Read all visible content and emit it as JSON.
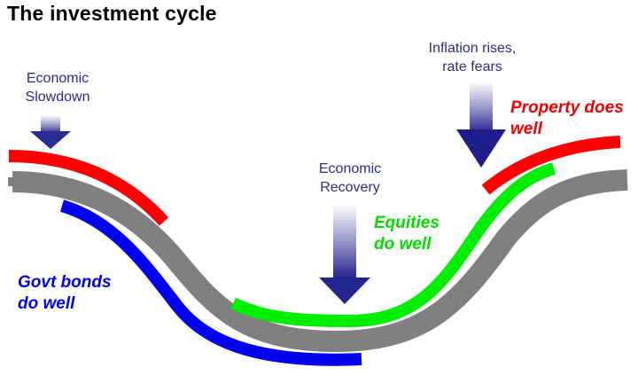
{
  "title": "The investment cycle",
  "colors": {
    "cycle": "#808080",
    "property": "#ff0000",
    "equities": "#00ee00",
    "bonds": "#0000ee",
    "event_text": "#2b2b8c",
    "arrow_dark": "#1e1e8a",
    "arrow_light": "#ffffff"
  },
  "events": [
    {
      "id": "slowdown",
      "lines": [
        "Economic",
        "Slowdown"
      ]
    },
    {
      "id": "recovery",
      "lines": [
        "Economic",
        "Recovery"
      ]
    },
    {
      "id": "inflation",
      "lines": [
        "Inflation rises,",
        "rate fears"
      ]
    }
  ],
  "performers": [
    {
      "id": "bonds",
      "lines": [
        "Govt bonds",
        "do well"
      ]
    },
    {
      "id": "equities",
      "lines": [
        "Equities",
        "do well"
      ]
    },
    {
      "id": "property",
      "lines": [
        "Property does",
        "well"
      ]
    }
  ]
}
